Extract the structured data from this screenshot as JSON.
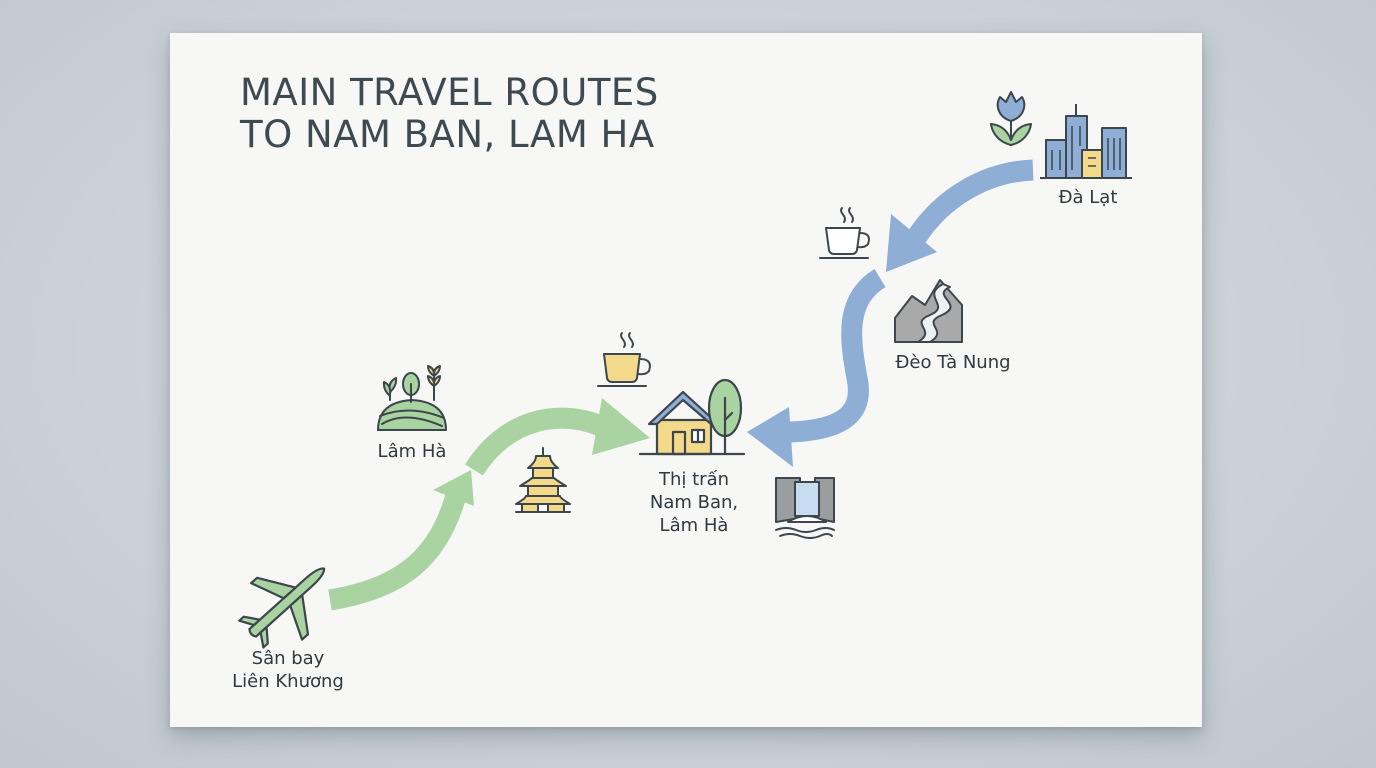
{
  "title": {
    "line1": "MAIN TRAVEL ROUTES",
    "line2": "TO NAM BAN, LAM HA"
  },
  "places": {
    "da_lat": {
      "name": "Đà Lạt",
      "icons": [
        "tulip-icon",
        "city-buildings-icon"
      ]
    },
    "deo_ta_nung": {
      "name": "Đèo Tà Nung",
      "icons": [
        "mountain-pass-icon"
      ]
    },
    "nam_ban": {
      "line1": "Thị trấn",
      "line2": "Nam Ban,",
      "line3": "Lâm Hà",
      "icons": [
        "house-icon",
        "tree-icon"
      ]
    },
    "lam_ha": {
      "name": "Lâm Hà",
      "icons": [
        "farm-fields-icon"
      ]
    },
    "lien_khuong": {
      "line1": "Sân bay",
      "line2": "Liên Khương",
      "icons": [
        "airplane-icon"
      ]
    }
  },
  "landmarks": [
    "coffee-cup-icon",
    "pagoda-icon",
    "waterfall-icon"
  ],
  "routes": [
    {
      "from": "Đà Lạt",
      "to": "Thị trấn Nam Ban, Lâm Hà",
      "via": "Đèo Tà Nung",
      "color": "#8eaed6"
    },
    {
      "from": "Sân bay Liên Khương",
      "to": "Thị trấn Nam Ban, Lâm Hà",
      "via": "Lâm Hà",
      "color": "#a9d3a0"
    }
  ],
  "colors": {
    "blue_route": "#8eaed6",
    "green_route": "#a9d3a0",
    "yellow_accent": "#f3da8b",
    "outline": "#3c464c"
  }
}
